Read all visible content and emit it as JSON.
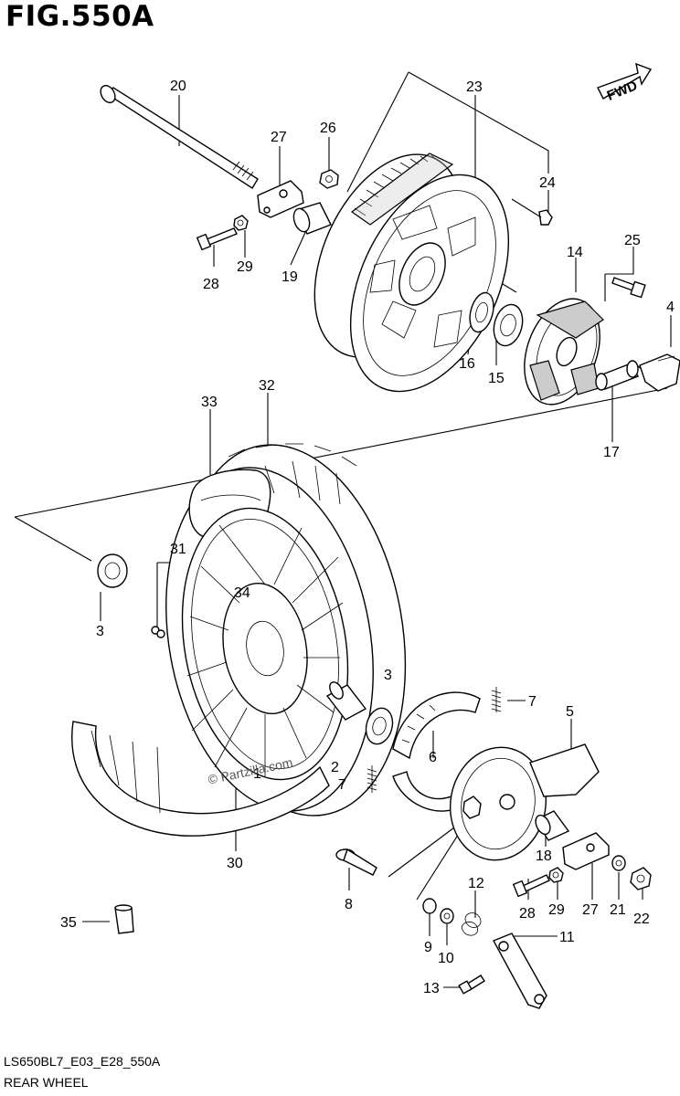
{
  "figure": {
    "title": "FIG.550A",
    "code": "LS650BL7_E03_E28_550A",
    "name": "REAR WHEEL",
    "direction": "FWD",
    "watermark": "© Partzilla.com"
  },
  "callouts": [
    "20",
    "23",
    "27",
    "26",
    "24",
    "28",
    "29",
    "19",
    "25",
    "14",
    "4",
    "16",
    "15",
    "17",
    "32",
    "33",
    "31",
    "34",
    "3",
    "3",
    "7",
    "5",
    "6",
    "2",
    "1",
    "7",
    "30",
    "8",
    "12",
    "9",
    "10",
    "28",
    "29",
    "27",
    "21",
    "22",
    "18",
    "11",
    "13",
    "35"
  ]
}
